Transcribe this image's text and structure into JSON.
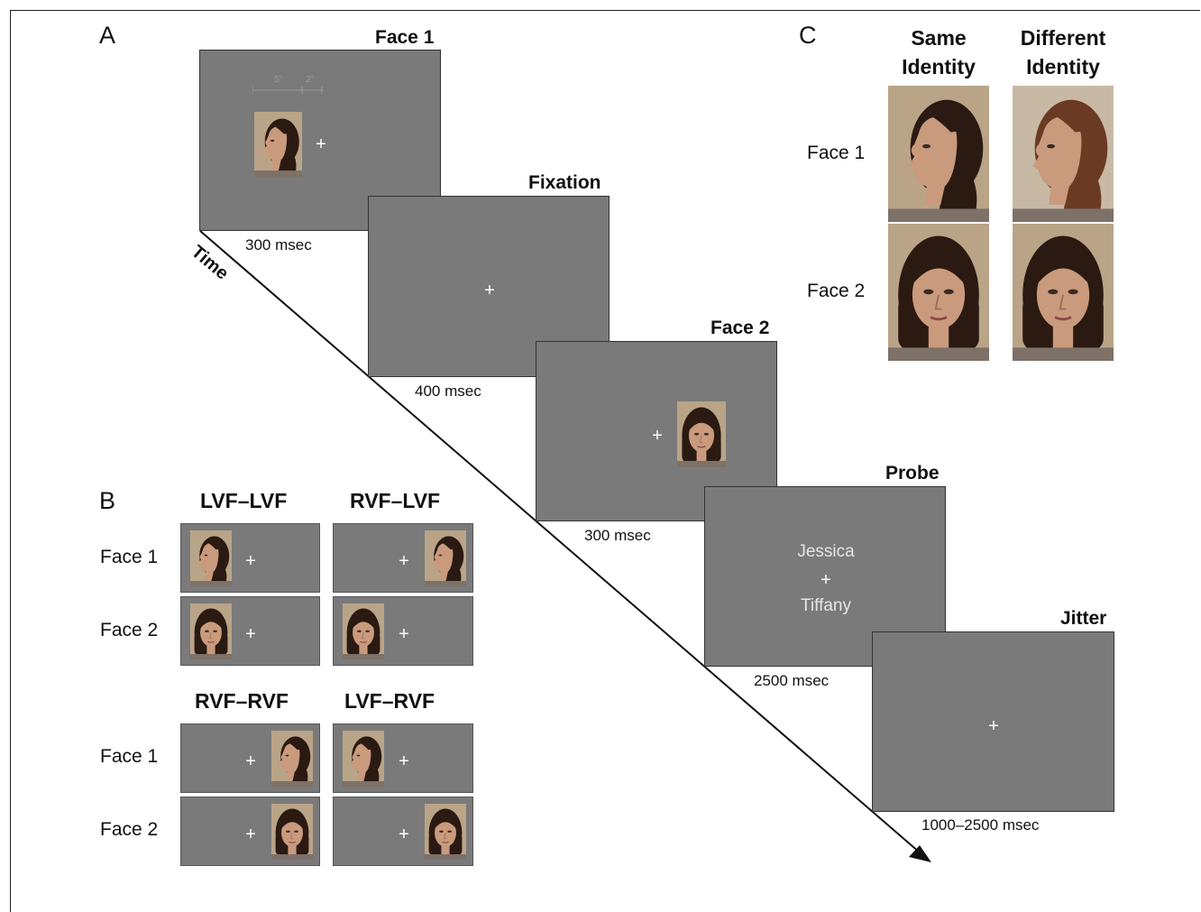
{
  "panels": {
    "a": "A",
    "b": "B",
    "c": "C"
  },
  "panel_a": {
    "time_label": "Time",
    "screens": [
      {
        "title": "Face 1",
        "duration": "300 msec"
      },
      {
        "title": "Fixation",
        "duration": "400 msec"
      },
      {
        "title": "Face 2",
        "duration": "300 msec"
      },
      {
        "title": "Probe",
        "duration": "2500 msec",
        "probe_top": "Jessica",
        "probe_bottom": "Tiffany"
      },
      {
        "title": "Jitter",
        "duration": "1000–2500 msec"
      }
    ],
    "fixation_symbol": "+",
    "scale_labels": [
      "5°",
      "2°"
    ]
  },
  "panel_b": {
    "conditions": [
      "LVF–LVF",
      "RVF–LVF",
      "RVF–RVF",
      "LVF–RVF"
    ],
    "row_labels": [
      "Face 1",
      "Face 2"
    ]
  },
  "panel_c": {
    "col_same": "Same Identity",
    "col_same_l1": "Same",
    "col_same_l2": "Identity",
    "col_diff_l1": "Different",
    "col_diff_l2": "Identity",
    "row_labels": [
      "Face 1",
      "Face 2"
    ]
  },
  "colors": {
    "screen_gray": "#7a7a7a",
    "photo_bg": "#b9a488",
    "hair": "#2a1a12",
    "skin": "#c99a7c"
  }
}
